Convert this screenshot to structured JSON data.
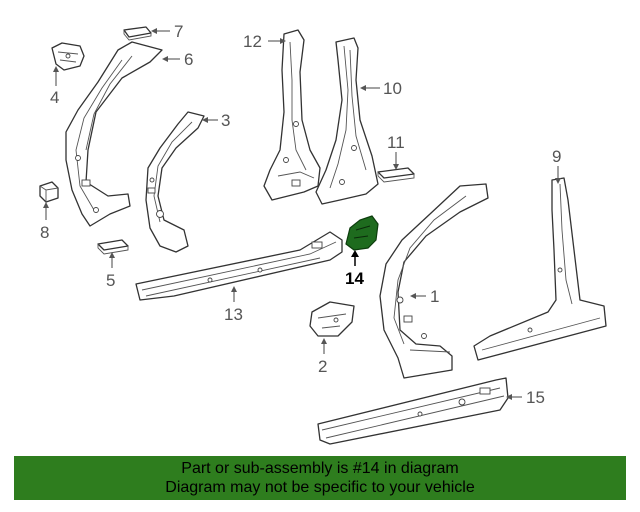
{
  "callouts": {
    "c1": "1",
    "c2": "2",
    "c3": "3",
    "c4": "4",
    "c5": "5",
    "c6": "6",
    "c7": "7",
    "c8": "8",
    "c9": "9",
    "c10": "10",
    "c11": "11",
    "c12": "12",
    "c13": "13",
    "c14": "14",
    "c15": "15"
  },
  "banner": {
    "line1": "Part or sub-assembly is #14 in diagram",
    "line2": "Diagram may not be specific to your vehicle"
  },
  "colors": {
    "highlight_part": "#1e6b1e",
    "banner_background": "#2e7d1e",
    "line": "#333333"
  }
}
